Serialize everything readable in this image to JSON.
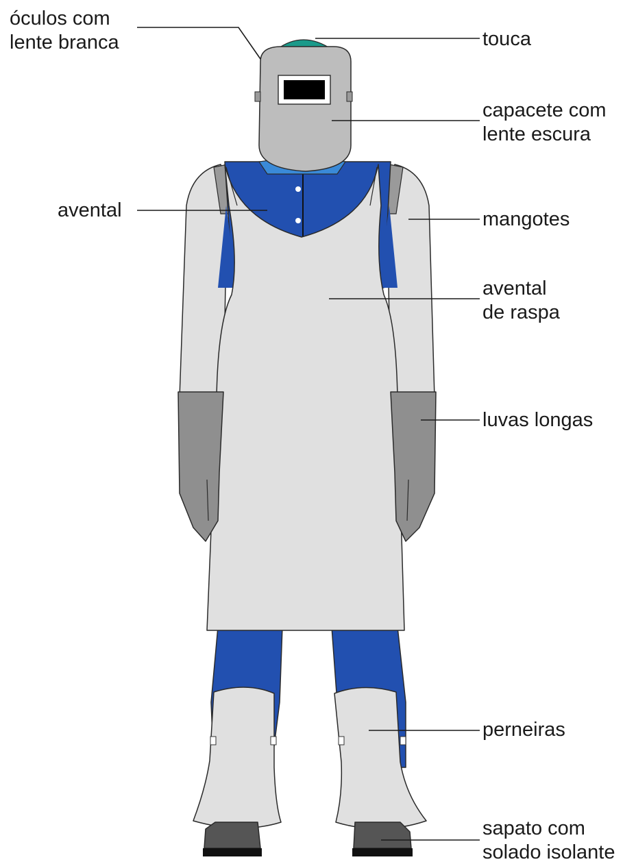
{
  "labels": {
    "oculos": {
      "lines": [
        "óculos com",
        "lente branca"
      ]
    },
    "touca": {
      "lines": [
        "touca"
      ]
    },
    "capacete": {
      "lines": [
        "capacete com",
        "lente escura"
      ]
    },
    "avental": {
      "lines": [
        "avental"
      ]
    },
    "mangotes": {
      "lines": [
        "mangotes"
      ]
    },
    "avental_raspa": {
      "lines": [
        "avental",
        "de raspa"
      ]
    },
    "luvas": {
      "lines": [
        "luvas longas"
      ]
    },
    "perneiras": {
      "lines": [
        "perneiras"
      ]
    },
    "sapato": {
      "lines": [
        "sapato com",
        "solado isolante"
      ]
    }
  },
  "colors": {
    "garment_blue": "#2250b0",
    "collar_blue": "#3a8ad8",
    "cap_teal": "#1a9a8a",
    "helmet_gray": "#bdbdbd",
    "leather_light": "#e0e0e0",
    "glove_gray": "#8f8f8f",
    "shoe_gray": "#555555",
    "sole_black": "#111111"
  }
}
